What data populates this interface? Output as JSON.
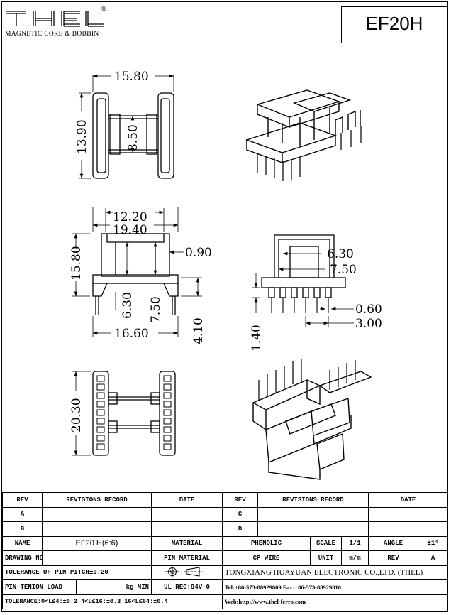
{
  "header": {
    "logo_text": "THEL",
    "logo_reg": "®",
    "logo_sub": "MAGNETIC CORE & BOBBIN",
    "model": "EF20H"
  },
  "dims": {
    "top_width": "15.80",
    "top_outer_h": "13.90",
    "top_inner_h": "8.50",
    "front_w1": "12.20",
    "front_w2": "19.40",
    "front_h": "15.80",
    "front_t": "0.90",
    "front_in1": "6.30",
    "front_in2": "7.50",
    "front_base": "16.60",
    "front_pin": "4.10",
    "side_a": "6.30",
    "side_b": "7.50",
    "side_pin_d": "0.60",
    "side_pitch": "3.00",
    "side_pin_h": "1.40",
    "bottom_len": "20.30"
  },
  "table": {
    "rev_label": "REV",
    "rev_record_label": "REVISIONS RECORD",
    "date_label": "DATE",
    "rev_a": "A",
    "rev_b": "B",
    "rev_c": "C",
    "rev_d": "D",
    "name_label": "NAME",
    "name_value": "EF20 H(6:6)",
    "material_label": "MATERIAL",
    "material_value": "PHENOLIC",
    "scale_label": "SCALE",
    "scale_value": "1/1",
    "angle_label": "ANGLE",
    "angle_value": "±1°",
    "drawing_no_label": "DRAWING NO",
    "pin_material_label": "PIN MATERIAL",
    "pin_material_value": "CP WIRE",
    "unit_label": "UNIT",
    "unit_value": "m/m",
    "rev_value_label": "REV",
    "rev_value": "A",
    "tolerance_pitch": "TOLERANCE OF PIN PITCH±0.20",
    "company": "TONGXIANG HUAYUAN ELECTRONIC CO.,LTD. (THEL)",
    "pin_tension_label": "PIN TENION LOAD",
    "pin_tension_unit": "kg MIN",
    "ul_rec": "UL REC:94V-0",
    "tel": "Tel:+86-573-88929809 Fax:+86-573-88929810",
    "tolerance_ranges": "TOLERANCE:0<L≤4:±0.2  4<L≤16:±0.3  16<L≤64:±0.4",
    "web": "Web:http://www.thel-ferro.com"
  }
}
